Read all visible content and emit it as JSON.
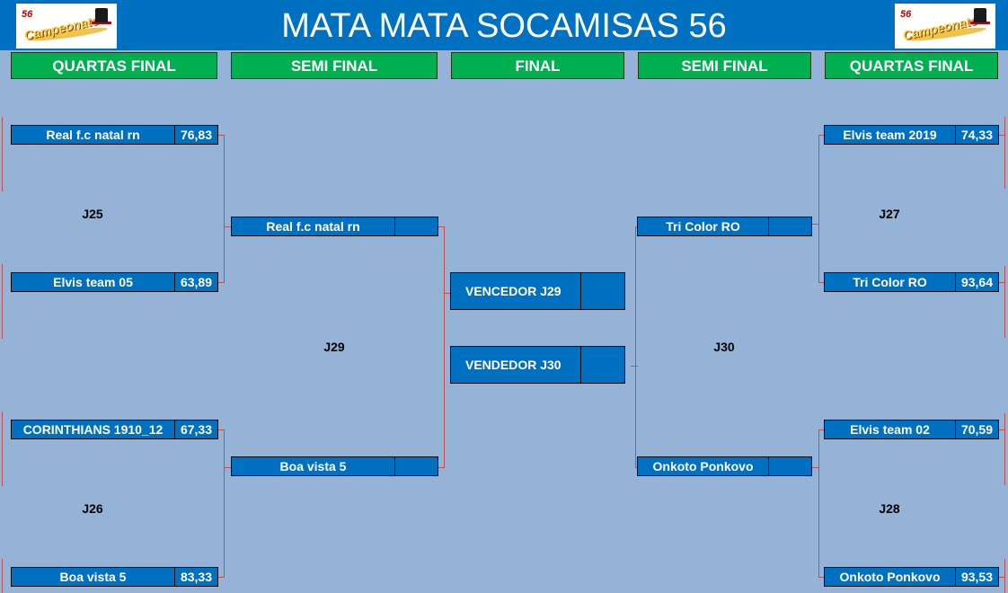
{
  "title": "MATA MATA SOCAMISAS 56",
  "logo": {
    "number": "56",
    "word": "Campeonatos"
  },
  "stages": [
    "QUARTAS FINAL",
    "SEMI FINAL",
    "FINAL",
    "SEMI FINAL",
    "QUARTAS FINAL"
  ],
  "quarters_left": [
    {
      "name": "Real f.c natal rn",
      "score": "76,83"
    },
    {
      "name": "Elvis team 05",
      "score": "63,89"
    },
    {
      "name": "CORINTHIANS 1910_12",
      "score": "67,33"
    },
    {
      "name": "Boa vista 5",
      "score": "83,33"
    }
  ],
  "quarters_right": [
    {
      "name": "Elvis team 2019",
      "score": "74,33"
    },
    {
      "name": "Tri Color RO",
      "score": "93,64"
    },
    {
      "name": "Elvis team 02",
      "score": "70,59"
    },
    {
      "name": "Onkoto Ponkovo",
      "score": "93,53"
    }
  ],
  "semi_left": [
    {
      "name": "Real f.c natal rn",
      "score": ""
    },
    {
      "name": "Boa vista 5",
      "score": ""
    }
  ],
  "semi_right": [
    {
      "name": "Tri Color RO",
      "score": ""
    },
    {
      "name": "Onkoto Ponkovo",
      "score": ""
    }
  ],
  "final": [
    {
      "name": "VENCEDOR J29",
      "score": ""
    },
    {
      "name": "VENDEDOR J30",
      "score": ""
    }
  ],
  "matches": [
    "J25",
    "J26",
    "J29",
    "J30",
    "J27",
    "J28"
  ],
  "colors": {
    "background": "#95b3d7",
    "header": "#0070c0",
    "stage": "#00b050",
    "team": "#0070c0",
    "connector": "#c0504d"
  }
}
